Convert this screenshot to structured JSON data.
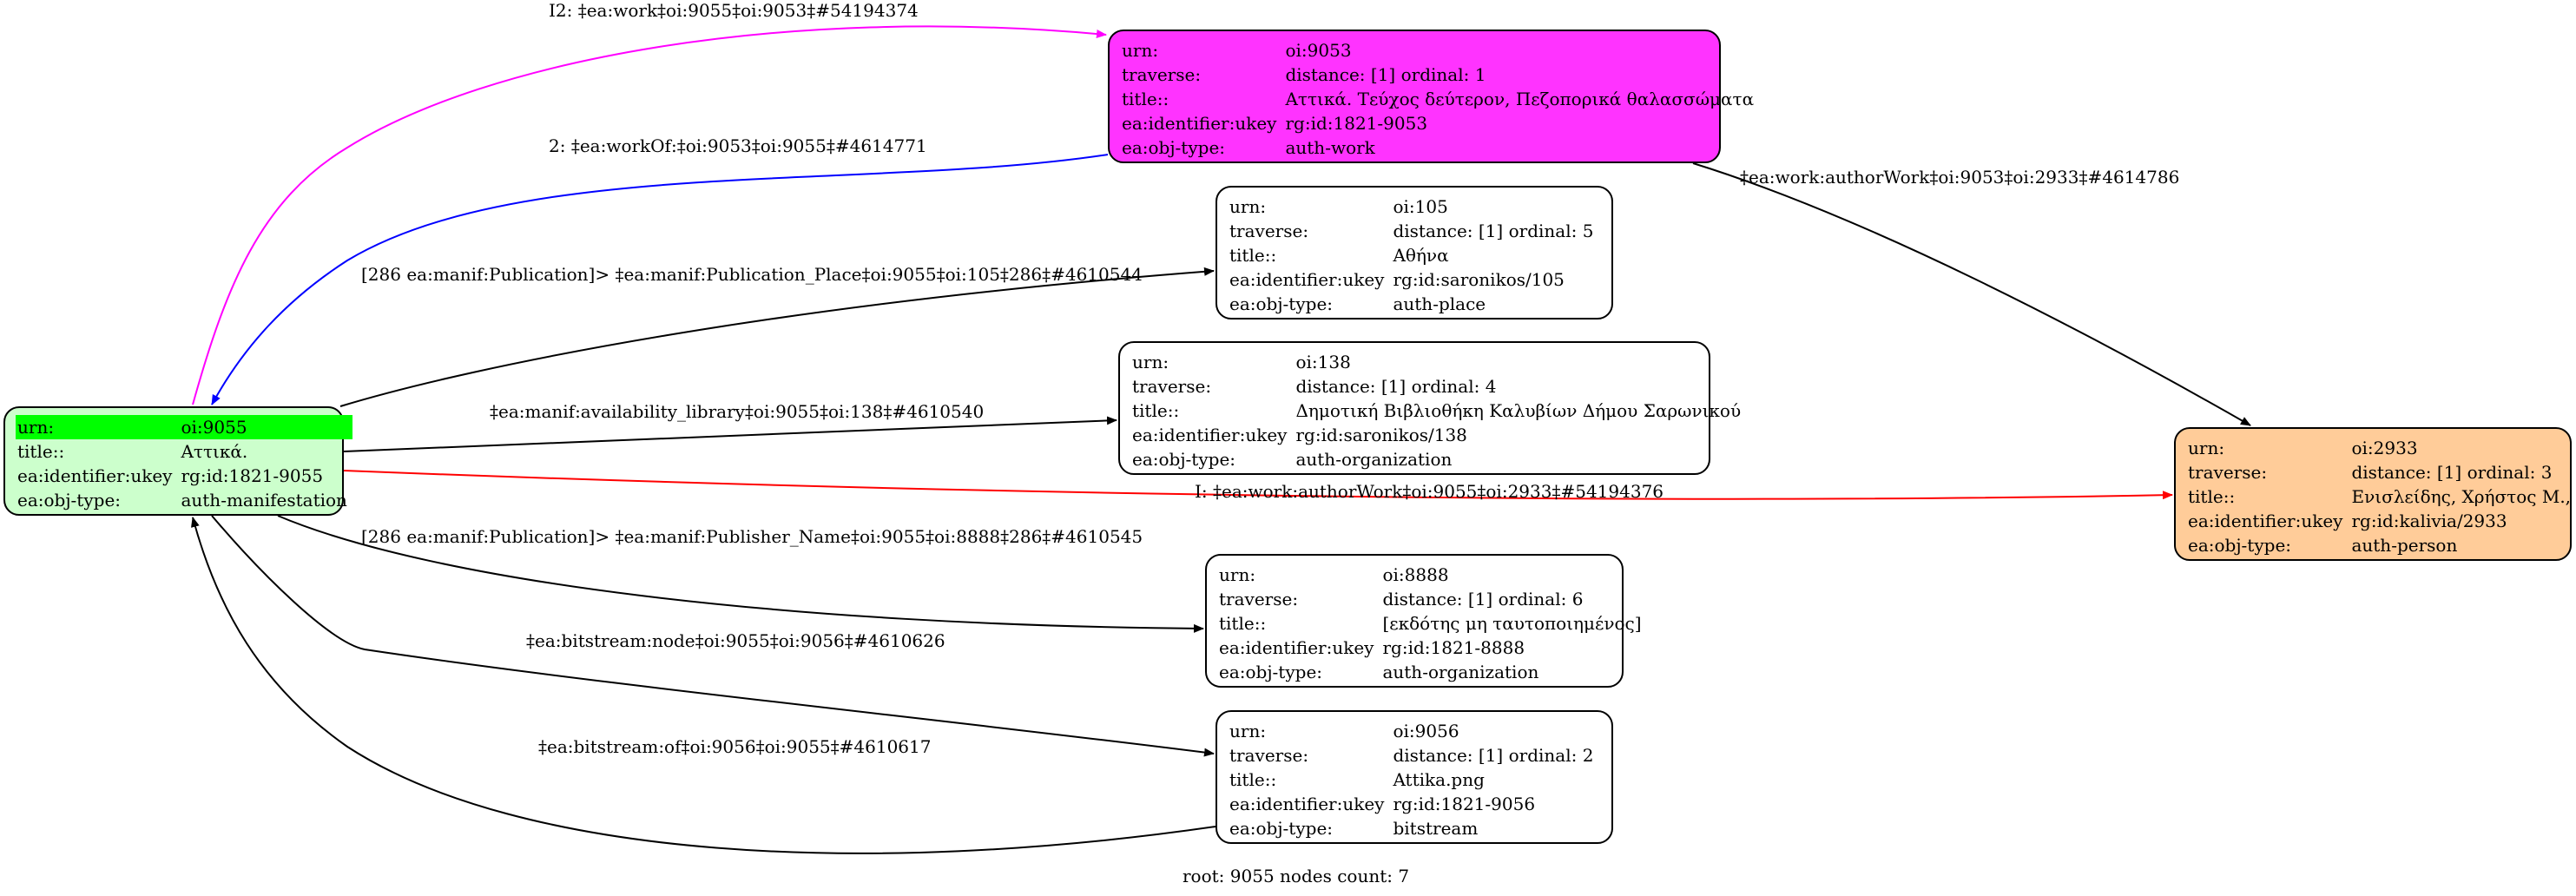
{
  "nodes": {
    "root": {
      "rows": [
        {
          "k": "urn:",
          "v": "oi:9055"
        },
        {
          "k": "title::",
          "v": "Αττικά."
        },
        {
          "k": "ea:identifier:ukey",
          "v": "rg:id:1821-9055"
        },
        {
          "k": "ea:obj-type:",
          "v": "auth-manifestation"
        }
      ]
    },
    "work": {
      "rows": [
        {
          "k": "urn:",
          "v": "oi:9053"
        },
        {
          "k": "traverse:",
          "v": "distance: [1]     ordinal: 1"
        },
        {
          "k": "title::",
          "v": "Αττικά. Τεύχος δεύτερον, Πεζοπορικά θαλασσώματα"
        },
        {
          "k": "ea:identifier:ukey",
          "v": "rg:id:1821-9053"
        },
        {
          "k": "ea:obj-type:",
          "v": "auth-work"
        }
      ]
    },
    "n105": {
      "rows": [
        {
          "k": "urn:",
          "v": "oi:105"
        },
        {
          "k": "traverse:",
          "v": "distance: [1]     ordinal: 5"
        },
        {
          "k": "title::",
          "v": "Αθήνα"
        },
        {
          "k": "ea:identifier:ukey",
          "v": "rg:id:saronikos/105"
        },
        {
          "k": "ea:obj-type:",
          "v": "auth-place"
        }
      ]
    },
    "n138": {
      "rows": [
        {
          "k": "urn:",
          "v": "oi:138"
        },
        {
          "k": "traverse:",
          "v": "distance: [1]     ordinal: 4"
        },
        {
          "k": "title::",
          "v": "Δημοτική Βιβλιοθήκη Καλυβίων Δήμου Σαρωνικού"
        },
        {
          "k": "ea:identifier:ukey",
          "v": "rg:id:saronikos/138"
        },
        {
          "k": "ea:obj-type:",
          "v": "auth-organization"
        }
      ]
    },
    "n2933": {
      "rows": [
        {
          "k": "urn:",
          "v": "oi:2933"
        },
        {
          "k": "traverse:",
          "v": "distance: [1]     ordinal: 3"
        },
        {
          "k": "title::",
          "v": "Ενισλείδης, Χρήστος Μ.,"
        },
        {
          "k": "ea:identifier:ukey",
          "v": "rg:id:kalivia/2933"
        },
        {
          "k": "ea:obj-type:",
          "v": "auth-person"
        }
      ]
    },
    "n8888": {
      "rows": [
        {
          "k": "urn:",
          "v": "oi:8888"
        },
        {
          "k": "traverse:",
          "v": "distance: [1]     ordinal: 6"
        },
        {
          "k": "title::",
          "v": "[εκδότης μη ταυτοποιημένος]"
        },
        {
          "k": "ea:identifier:ukey",
          "v": "rg:id:1821-8888"
        },
        {
          "k": "ea:obj-type:",
          "v": "auth-organization"
        }
      ]
    },
    "n9056": {
      "rows": [
        {
          "k": "urn:",
          "v": "oi:9056"
        },
        {
          "k": "traverse:",
          "v": "distance: [1]     ordinal: 2"
        },
        {
          "k": "title::",
          "v": "Attika.png"
        },
        {
          "k": "ea:identifier:ukey",
          "v": "rg:id:1821-9056"
        },
        {
          "k": "ea:obj-type:",
          "v": "bitstream"
        }
      ]
    }
  },
  "edges": {
    "e_work": {
      "label": "I2: ‡ea:work‡oi:9055‡oi:9053‡#54194374",
      "color": "#ff00ff"
    },
    "e_workof": {
      "label": "2: ‡ea:workOf:‡oi:9053‡oi:9055‡#4614771",
      "color": "#0000ff"
    },
    "e_place": {
      "label": "[286 ea:manif:Publication]> ‡ea:manif:Publication_Place‡oi:9055‡oi:105‡286‡#4610544",
      "color": "#000000"
    },
    "e_library": {
      "label": "‡ea:manif:availability_library‡oi:9055‡oi:138‡#4610540",
      "color": "#000000"
    },
    "e_author_direct": {
      "label": "I: ‡ea:work:authorWork‡oi:9055‡oi:2933‡#54194376",
      "color": "#ff0000"
    },
    "e_author_work": {
      "label": "‡ea:work:authorWork‡oi:9053‡oi:2933‡#4614786",
      "color": "#000000"
    },
    "e_publisher": {
      "label": "[286 ea:manif:Publication]> ‡ea:manif:Publisher_Name‡oi:9055‡oi:8888‡286‡#4610545",
      "color": "#000000"
    },
    "e_node": {
      "label": "‡ea:bitstream:node‡oi:9055‡oi:9056‡#4610626",
      "color": "#000000"
    },
    "e_of": {
      "label": "‡ea:bitstream:of‡oi:9056‡oi:9055‡#4610617",
      "color": "#000000"
    }
  },
  "footer": "root: 9055 nodes count: 7"
}
